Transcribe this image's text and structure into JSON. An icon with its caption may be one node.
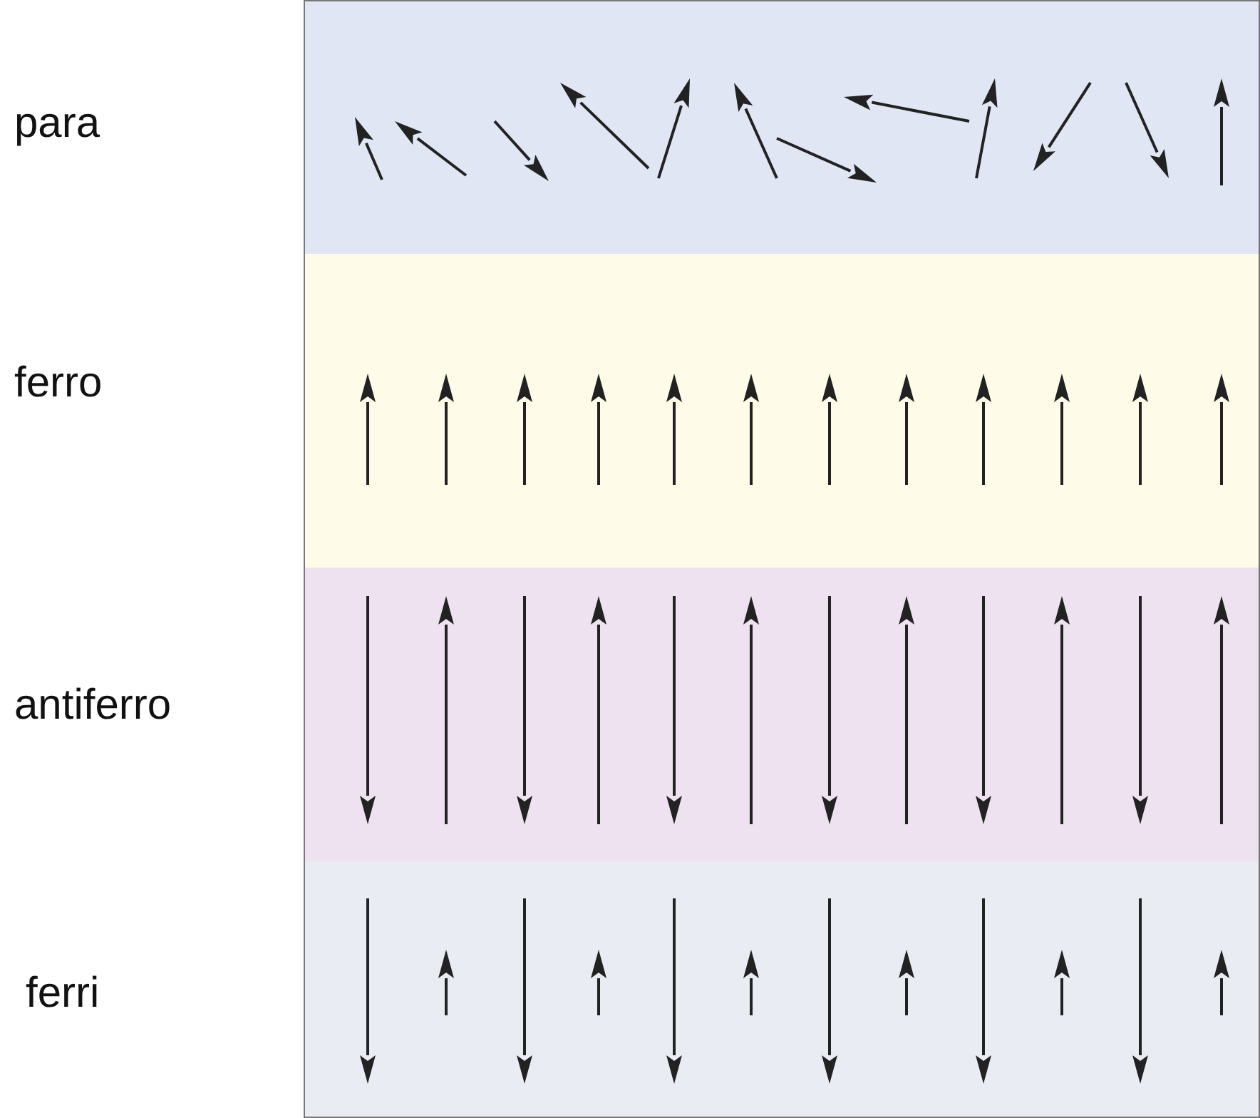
{
  "diagram": {
    "labels": [
      "para",
      "ferro",
      "antiferro",
      "ferri"
    ]
  }
}
